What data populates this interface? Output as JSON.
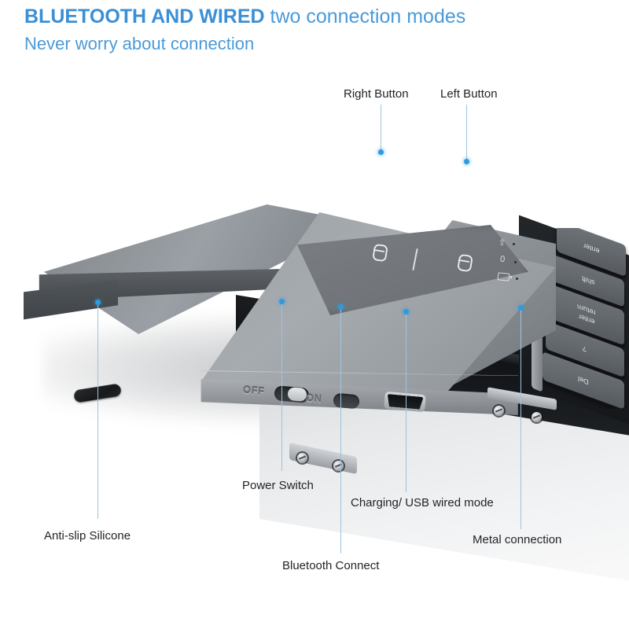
{
  "header": {
    "title_bold": "BLUETOOTH AND WIRED",
    "title_rest": " two connection modes",
    "subtitle": "Never worry about connection",
    "accent_color": "#3b8fd4",
    "subtitle_color": "#4a9ad8"
  },
  "callouts": {
    "right_button": "Right Button",
    "left_button": "Left Button",
    "anti_slip": "Anti-slip Silicone",
    "power_switch": "Power Switch",
    "bluetooth_connect": "Bluetooth Connect",
    "charging_usb": "Charging/ USB wired mode",
    "metal_connection": "Metal connection",
    "text_color": "#222426",
    "leader_color": "#9cc4de",
    "dot_color": "#2f9ae0"
  },
  "device": {
    "switch_off_label": "OFF",
    "switch_on_label": "ON",
    "switch_state": "OFF",
    "indicators": [
      {
        "name": "caps-lock-indicator",
        "glyph": "⇧"
      },
      {
        "name": "num-lock-indicator",
        "glyph": "0"
      },
      {
        "name": "battery-indicator",
        "glyph": ""
      }
    ],
    "keys": [
      {
        "label": "enter"
      },
      {
        "label": "shift"
      },
      {
        "label": "return"
      },
      {
        "label": "enter"
      },
      {
        "label": "?"
      },
      {
        "label": "Del"
      }
    ],
    "body_color": "#8b9095",
    "dark_panel_color": "#15171a"
  }
}
